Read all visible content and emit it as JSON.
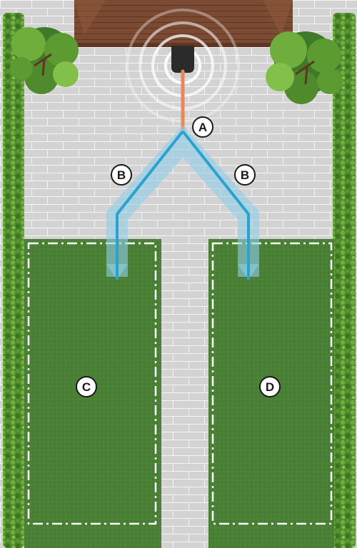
{
  "labels": {
    "source": "A",
    "branch_left": "B",
    "branch_right": "B",
    "zone_left": "C",
    "zone_right": "D"
  },
  "colors": {
    "house_roof": "#7a4a32",
    "paving": "#d3d3d3",
    "paving_joint": "#ffffff",
    "hedge": "#4f8a2c",
    "tree": "#3e7a28",
    "lawn": "#4a7f36",
    "zone_outline": "#ffffff",
    "supply_pipe": "#e8885a",
    "drain_pipe": "#2aa3d1",
    "soak_area": "#8fcde8",
    "outlet": "#2b2b2b"
  }
}
